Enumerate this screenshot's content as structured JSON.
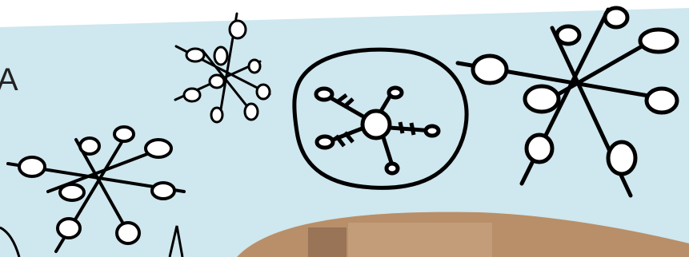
{
  "scene": {
    "edge_text": "A",
    "colors": {
      "panel": "#cfe7ee",
      "ink": "#000000",
      "paper": "#ffffff",
      "photo_warm": "#b88f69",
      "photo_shadow": "#8f6b52"
    },
    "icons": [
      "snowflake-icon-bottom-left",
      "snowflake-icon-small-top",
      "snowflake-icon-framed",
      "snowflake-icon-large-right"
    ]
  }
}
